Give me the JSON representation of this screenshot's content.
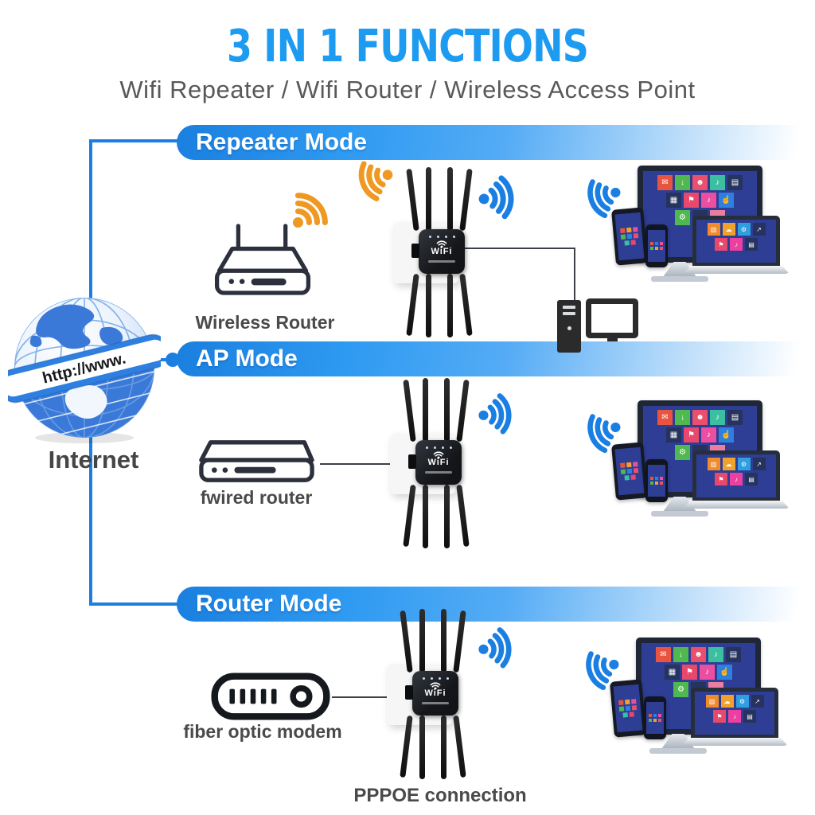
{
  "header": {
    "title": "3 IN 1 FUNCTIONS",
    "subtitle": "Wifi Repeater / Wifi Router / Wireless Access Point"
  },
  "internet": {
    "label": "Internet",
    "globe_banner": "http://www."
  },
  "sections": {
    "repeater": {
      "banner": "Repeater Mode",
      "source_device": "Wireless Router"
    },
    "ap": {
      "banner": "AP Mode",
      "source_device": "fwired router"
    },
    "router": {
      "banner": "Router Mode",
      "source_device": "fiber optic modem",
      "caption": "PPPOE connection"
    }
  },
  "repeater_device": {
    "label": "WiFi"
  },
  "device_screens": {
    "monitor_tiles": [
      [
        "#e8543f",
        "✉"
      ],
      [
        "#4fb84e",
        "↓"
      ],
      [
        "#ea4f6b",
        "☻"
      ],
      [
        "#3bbfa0",
        "♪"
      ],
      [
        "#26335f",
        "▤"
      ],
      [
        "#26335f",
        "▦"
      ],
      [
        "#e8486b",
        "⚑"
      ],
      [
        "#ec4fa0",
        "♪"
      ],
      [
        "#2f7fe0",
        "☝"
      ],
      [
        "#4fb84e",
        "⚙"
      ],
      [
        "#26335f",
        "▬"
      ],
      [
        "#e87fa0",
        "○"
      ]
    ],
    "monitor_rows": [
      5,
      4,
      3
    ],
    "laptop_tiles": [
      [
        "#f08c2e",
        "▥"
      ],
      [
        "#f0a22e",
        "☁"
      ],
      [
        "#2f9fe0",
        "⚙"
      ],
      [
        "#26335f",
        "↗"
      ],
      [
        "#e8486b",
        "⚑"
      ],
      [
        "#ec3f9f",
        "♪"
      ],
      [
        "#26335f",
        "▤"
      ]
    ],
    "laptop_rows": [
      4,
      3
    ],
    "tablet_pixels": [
      "#e8543f",
      "#f0a22e",
      "#ec4fa0",
      "#4fb84e",
      "#2f7fe0",
      "#ea4f6b",
      "#3bbfa0",
      "#e8486b"
    ],
    "phone_pixels": [
      "#e8543f",
      "#2f7fe0",
      "#ec4fa0",
      "#4fb84e",
      "#f0a22e",
      "#ea4f6b"
    ]
  },
  "colors": {
    "accent_blue": "#1d9bf1",
    "banner_blue": "#2f9bf2",
    "signal_orange": "#ef9822",
    "signal_blue": "#1b7fe2",
    "screen_blue": "#2e3e94",
    "text_gray": "#4a4a4a"
  }
}
